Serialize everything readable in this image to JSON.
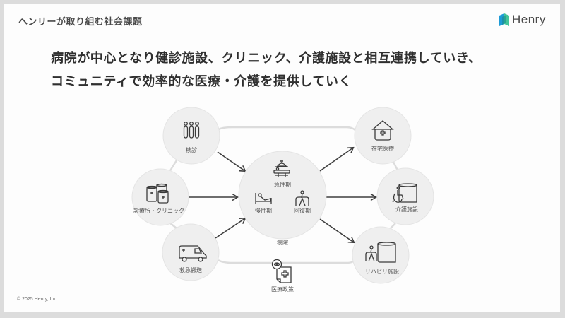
{
  "header": {
    "section_title": "ヘンリーが取り組む社会課題",
    "logo_text": "Henry",
    "logo_colors": {
      "primary": "#1e9bd7",
      "secondary": "#2fbf8f"
    }
  },
  "headline": {
    "line1": "病院が中心となり健診施設、クリニック、介護施設と相互連携していき、",
    "line2": "コミュニティで効率的な医療・介護を提供していく"
  },
  "diagram": {
    "center": {
      "label": "病院",
      "phases": [
        {
          "label": "急性期",
          "icon": "surgery-table-icon"
        },
        {
          "label": "慢性期",
          "icon": "hospital-bed-icon"
        },
        {
          "label": "回復期",
          "icon": "walker-icon"
        }
      ]
    },
    "left_nodes": [
      {
        "label": "検診",
        "icon": "people-icon"
      },
      {
        "label": "診療所・クリニック",
        "icon": "clinic-buildings-icon"
      },
      {
        "label": "救急搬送",
        "icon": "ambulance-icon"
      }
    ],
    "right_nodes": [
      {
        "label": "在宅医療",
        "icon": "home-care-icon"
      },
      {
        "label": "介護施設",
        "icon": "wheelchair-facility-icon"
      },
      {
        "label": "リハビリ施設",
        "icon": "rehab-facility-icon"
      }
    ],
    "policy": {
      "label": "医療政策",
      "icon": "policy-document-icon"
    },
    "colors": {
      "node_fill": "#efefef",
      "connector": "#dcdcdc",
      "arrow": "#3e3e3e",
      "icon_stroke": "#3a3a3a"
    }
  },
  "footer": {
    "copyright": "© 2025 Henry, Inc."
  }
}
